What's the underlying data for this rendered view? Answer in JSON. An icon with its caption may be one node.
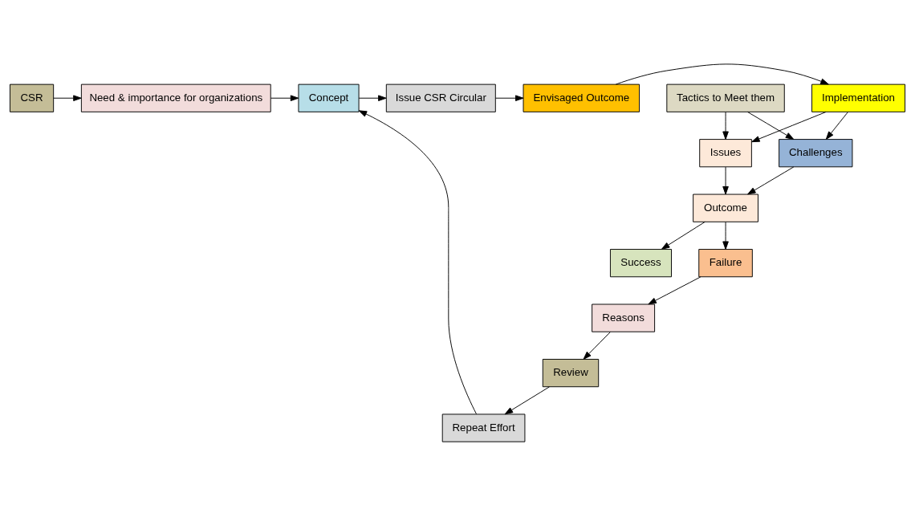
{
  "diagram": {
    "nodes": [
      {
        "text": [
          "CSR"
        ]
      },
      {
        "text": [
          "Need & importance for organizations"
        ]
      },
      {
        "text": [
          "Concept"
        ]
      },
      {
        "text": [
          "Issue CSR Circular"
        ]
      },
      {
        "text": [
          "Envisaged Outcome"
        ]
      },
      {
        "text": [
          "Implementation"
        ]
      },
      {
        "text": [
          "Issues"
        ]
      },
      {
        "text": [
          "Tactics to Meet them"
        ]
      },
      {
        "text": [
          "Challenges"
        ]
      },
      {
        "text": [
          "Outcome"
        ]
      },
      {
        "text": [
          "Failure"
        ]
      },
      {
        "text": [
          "Reasons"
        ]
      },
      {
        "text": [
          "Review"
        ]
      },
      {
        "text": [
          "Repeat Effort"
        ]
      },
      {
        "text": [
          "Success"
        ]
      }
    ],
    "edges": [
      {
        "from": 0,
        "to": 1,
        "arrow": "to"
      },
      {
        "from": 1,
        "to": 2,
        "arrow": "to"
      },
      {
        "from": 2,
        "to": 3,
        "arrow": "to"
      },
      {
        "from": 3,
        "to": 4,
        "arrow": "to"
      },
      {
        "from": 4,
        "to": 5,
        "arrow": "to"
      },
      {
        "from": 5,
        "to": 6,
        "arrow": "to"
      },
      {
        "from": 5,
        "to": 8,
        "arrow": "to"
      },
      {
        "from": 7,
        "to": 6,
        "arrow": "to"
      },
      {
        "from": 7,
        "to": 8,
        "arrow": "to"
      },
      {
        "from": 6,
        "to": 9,
        "arrow": "to"
      },
      {
        "from": 8,
        "to": 9,
        "arrow": "to"
      },
      {
        "from": 9,
        "to": 10,
        "arrow": "to"
      },
      {
        "from": 9,
        "to": 14,
        "arrow": "to"
      },
      {
        "from": 10,
        "to": 11,
        "arrow": "to"
      },
      {
        "from": 11,
        "to": 12,
        "arrow": "to"
      },
      {
        "from": 12,
        "to": 13,
        "arrow": "to"
      },
      {
        "from": 13,
        "to": 2,
        "arrow": "to"
      }
    ]
  }
}
